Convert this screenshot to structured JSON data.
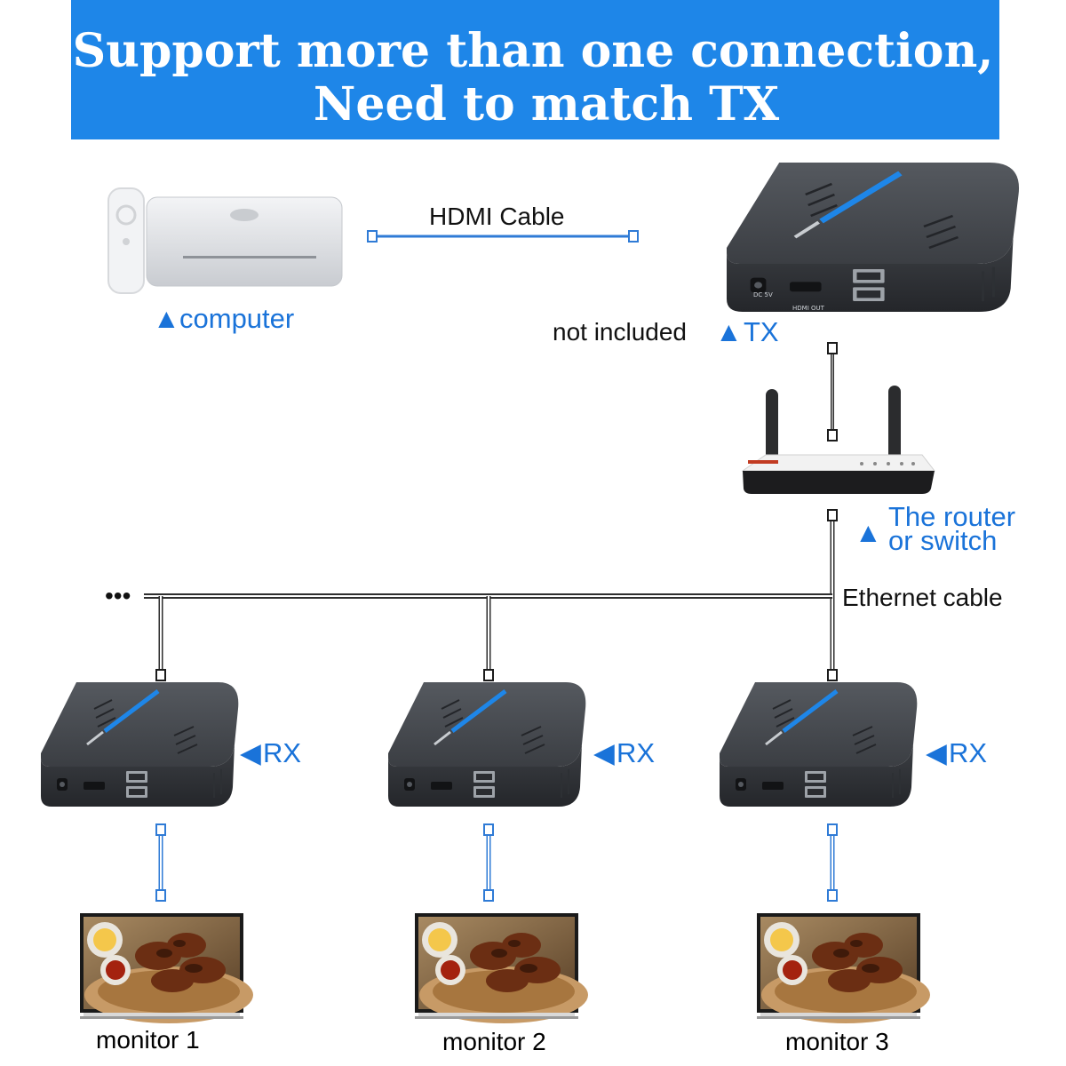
{
  "banner": {
    "line1": "Support more than one connection,",
    "line2": "Need to match TX",
    "background": "#1e86e8",
    "text_color": "#ffffff"
  },
  "computer": {
    "label": "computer",
    "icon": "mac-mini-icon"
  },
  "hdmi_cable": {
    "label": "HDMI Cable"
  },
  "tx": {
    "note": "not included",
    "label": "TX",
    "icon": "kvm-extender-icon",
    "port_labels": [
      "DC 5V",
      "HDMI OUT"
    ]
  },
  "router": {
    "label_line1": "The router",
    "label_line2": "or switch",
    "icon": "router-icon"
  },
  "ethernet": {
    "label": "Ethernet cable",
    "continuation": "•••"
  },
  "receivers": [
    {
      "label": "RX",
      "monitor": "monitor 1"
    },
    {
      "label": "RX",
      "monitor": "monitor 2"
    },
    {
      "label": "RX",
      "monitor": "monitor 3"
    }
  ],
  "colors": {
    "accent_blue": "#1a73d9",
    "cable_blue": "#2f7bd6",
    "device_dark": "#3a3d42",
    "text_dark": "#111111"
  }
}
